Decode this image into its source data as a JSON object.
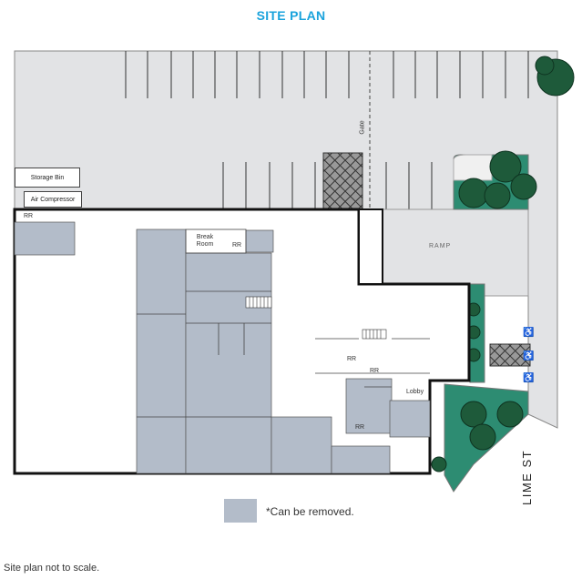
{
  "title": "SITE PLAN",
  "labels": {
    "gate": "Gate",
    "storage_bin": "Storage Bin",
    "air_compressor": "Air Compressor",
    "ramp": "RAMP",
    "break_room": "Break Room",
    "restroom": "RR",
    "lobby": "Lobby",
    "street": "LIME ST"
  },
  "legend": {
    "removable": "*Can be removed."
  },
  "footnote": "Site plan not to scale.",
  "colors": {
    "title": "#1aa3dc",
    "parking_lot": "#e2e3e5",
    "removable_area": "#b3bcc9",
    "landscape": "#2d8c72",
    "tree": "#1e5a3a",
    "wall": "#111111"
  }
}
